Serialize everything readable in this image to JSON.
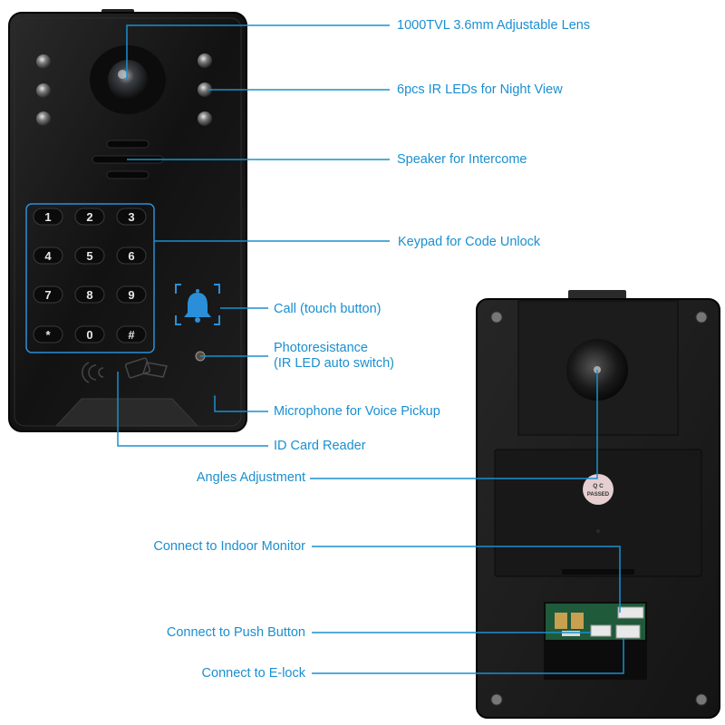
{
  "colors": {
    "accent": "#1a8fd0",
    "device_body": "#151515",
    "keypad_outline": "#2a8fd8",
    "qc_sticker": "#e6cfd0"
  },
  "front_panel": {
    "keypad_keys": [
      "1",
      "2",
      "3",
      "4",
      "5",
      "6",
      "7",
      "8",
      "9",
      "*",
      "0",
      "#"
    ],
    "call_icon": "bell-icon"
  },
  "rear_panel": {
    "qc_sticker_line1": "Q C",
    "qc_sticker_line2": "PASSED"
  },
  "labels": {
    "lens": "1000TVL 3.6mm Adjustable Lens",
    "ir_leds": "6pcs IR LEDs for Night View",
    "speaker": "Speaker for Intercome",
    "keypad": "Keypad for Code Unlock",
    "call": "Call (touch button)",
    "photoresistance_line1": "Photoresistance",
    "photoresistance_line2": "(IR LED auto switch)",
    "microphone": "Microphone for Voice Pickup",
    "id_card": "ID Card Reader",
    "angles": "Angles Adjustment",
    "indoor_monitor": "Connect to Indoor Monitor",
    "push_button": "Connect to Push Button",
    "elock": "Connect to E-lock"
  }
}
